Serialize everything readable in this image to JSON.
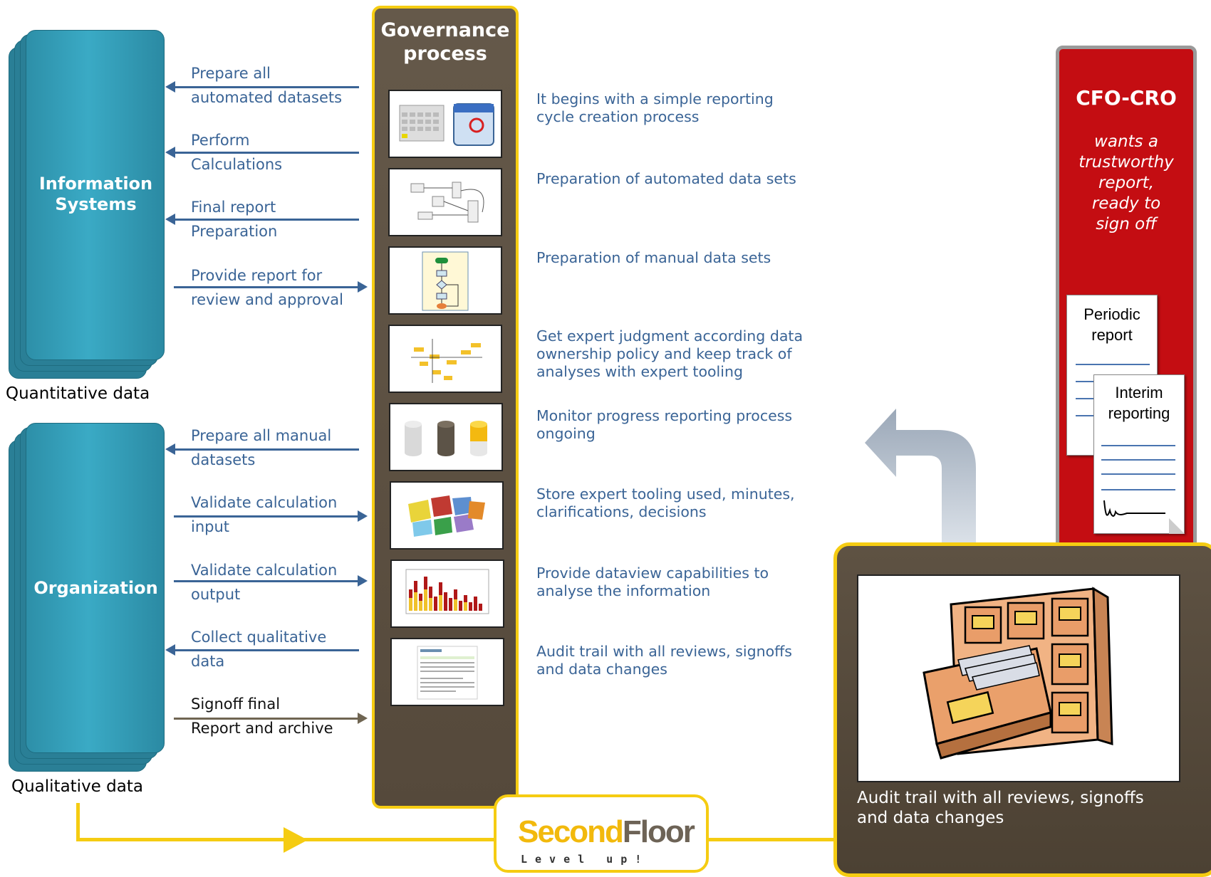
{
  "governance": {
    "title_line1": "Governance",
    "title_line2": "process"
  },
  "info_systems": {
    "title_line1": "Information",
    "title_line2": "Systems",
    "caption": "Quantitative data"
  },
  "organization": {
    "title": "Organization",
    "caption": "Qualitative data"
  },
  "info_arrows": [
    {
      "line1": "Prepare all",
      "line2": "automated datasets",
      "direction": "left"
    },
    {
      "line1": "Perform",
      "line2": "Calculations",
      "direction": "left"
    },
    {
      "line1": "Final report",
      "line2": "Preparation",
      "direction": "left"
    },
    {
      "line1": "Provide report for",
      "line2": "review and approval",
      "direction": "right"
    }
  ],
  "org_arrows": [
    {
      "line1": "Prepare all manual",
      "line2": "datasets",
      "direction": "left"
    },
    {
      "line1": "Validate calculation",
      "line2": "input",
      "direction": "right"
    },
    {
      "line1": "Validate calculation",
      "line2": "output",
      "direction": "right"
    },
    {
      "line1": "Collect qualitative",
      "line2": "data",
      "direction": "left"
    },
    {
      "line1": "Signoff final",
      "line2": "Report and archive",
      "direction": "right"
    }
  ],
  "steps": [
    {
      "line1": "It begins with a simple reporting",
      "line2": "cycle creation process",
      "line3": ""
    },
    {
      "line1": "Preparation of automated data sets",
      "line2": "",
      "line3": ""
    },
    {
      "line1": "Preparation of manual data sets",
      "line2": "",
      "line3": ""
    },
    {
      "line1": "Get expert judgment according data",
      "line2": "ownership policy and keep track of",
      "line3": "analyses with expert tooling"
    },
    {
      "line1": "Monitor progress reporting process",
      "line2": "ongoing",
      "line3": ""
    },
    {
      "line1": "Store expert tooling used, minutes,",
      "line2": "clarifications, decisions",
      "line3": ""
    },
    {
      "line1": "Provide dataview capabilities to",
      "line2": "analyse the information",
      "line3": ""
    },
    {
      "line1": "Audit trail with all reviews, signoffs",
      "line2": "and data changes",
      "line3": ""
    }
  ],
  "cfo": {
    "title": "CFO-CRO",
    "subtitle_lines": [
      "wants a",
      "trustworthy",
      "report,",
      "ready to",
      "sign off"
    ],
    "doc1_line1": "Periodic",
    "doc1_line2": "report",
    "doc2_line1": "Interim",
    "doc2_line2": "reporting"
  },
  "archive": {
    "caption_line1": "Audit trail with all reviews, signoffs",
    "caption_line2": "and data changes"
  },
  "brand": {
    "name_a": "Second",
    "name_b": "Floor",
    "tagline": "Level up!"
  },
  "colors": {
    "accent_yellow": "#f5cc12",
    "text_blue": "#3a6496",
    "cfo_red": "#c40d12",
    "block_blue": "#3aaac5",
    "governance_brown": "#5e5243"
  }
}
